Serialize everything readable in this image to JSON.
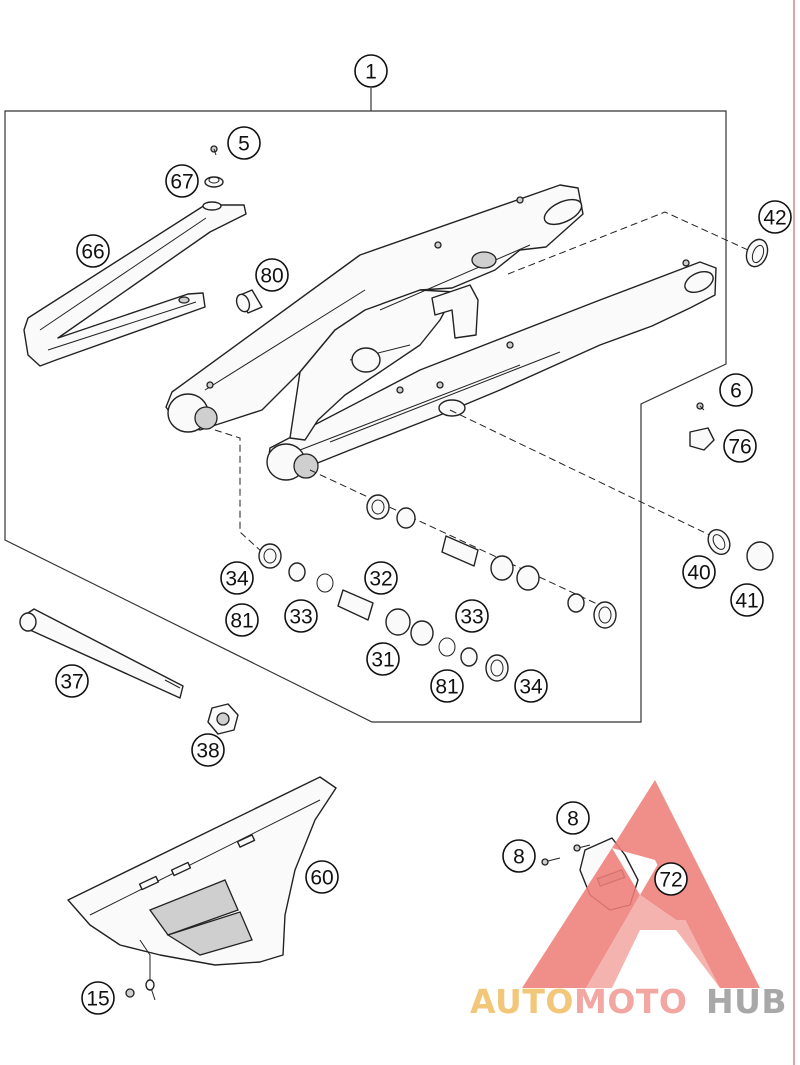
{
  "diagram": {
    "callouts": [
      {
        "id": "c1",
        "label": "1"
      },
      {
        "id": "c5",
        "label": "5"
      },
      {
        "id": "c67",
        "label": "67"
      },
      {
        "id": "c66",
        "label": "66"
      },
      {
        "id": "c80",
        "label": "80"
      },
      {
        "id": "c42",
        "label": "42"
      },
      {
        "id": "c6",
        "label": "6"
      },
      {
        "id": "c76",
        "label": "76"
      },
      {
        "id": "c34a",
        "label": "34"
      },
      {
        "id": "c81a",
        "label": "81"
      },
      {
        "id": "c33a",
        "label": "33"
      },
      {
        "id": "c32",
        "label": "32"
      },
      {
        "id": "c33b",
        "label": "33"
      },
      {
        "id": "c31",
        "label": "31"
      },
      {
        "id": "c81b",
        "label": "81"
      },
      {
        "id": "c34b",
        "label": "34"
      },
      {
        "id": "c40",
        "label": "40"
      },
      {
        "id": "c41",
        "label": "41"
      },
      {
        "id": "c37",
        "label": "37"
      },
      {
        "id": "c38",
        "label": "38"
      },
      {
        "id": "c60",
        "label": "60"
      },
      {
        "id": "c8a",
        "label": "8"
      },
      {
        "id": "c8b",
        "label": "8"
      },
      {
        "id": "c72",
        "label": "72"
      },
      {
        "id": "c15",
        "label": "15"
      }
    ]
  },
  "watermark": {
    "text_auto": "AUTO",
    "text_moto": "MOTO",
    "text_hub": "HUB",
    "colors": {
      "auto": "#f3c77a",
      "moto": "#f2a7a2",
      "hub": "#a8a8a8",
      "triangle": "#ef7f7a"
    }
  }
}
